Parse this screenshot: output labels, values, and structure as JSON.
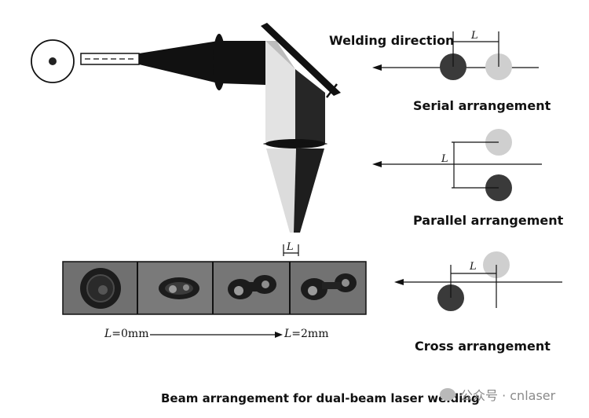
{
  "caption": "Beam arrangement for dual-beam laser welding",
  "welding_direction": "Welding direction",
  "arrangements": [
    {
      "label": "Serial arrangement",
      "distance": "L"
    },
    {
      "label": "Parallel arrangement",
      "distance": "L"
    },
    {
      "label": "Cross arrangement",
      "distance": "L"
    }
  ],
  "focus_distance": "L",
  "strip": {
    "start_label": "L=0mm",
    "end_label": "L=2mm",
    "start_var": "L",
    "start_value": "=0mm",
    "end_var": "L",
    "end_value": "=2mm"
  },
  "watermark": "公众号 · cnlaser",
  "colors": {
    "dark_spot": "#3a3a3a",
    "light_spot": "#cfcfcf",
    "line": "#111111",
    "prism": "#e6e6e6",
    "strip_bg": "#6e6e6e"
  }
}
